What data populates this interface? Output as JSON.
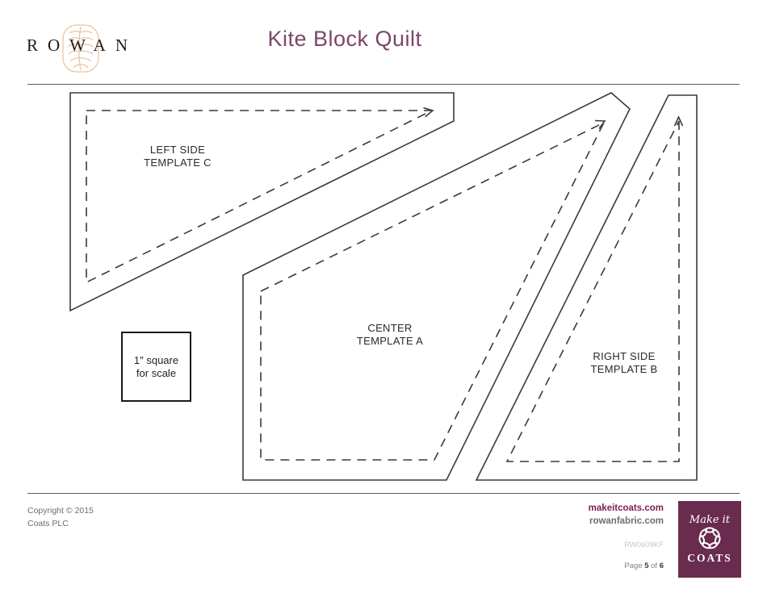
{
  "brand": {
    "name": "ROWAN"
  },
  "header": {
    "title": "Kite Block Quilt"
  },
  "templates": {
    "left": {
      "line1": "LEFT SIDE",
      "line2": "TEMPLATE C"
    },
    "center": {
      "line1": "CENTER",
      "line2": "TEMPLATE A"
    },
    "right": {
      "line1": "RIGHT SIDE",
      "line2": "TEMPLATE B"
    }
  },
  "scale_box": {
    "line1": "1″ square",
    "line2": "for scale"
  },
  "footer": {
    "copyright1": "Copyright © 2015",
    "copyright2": "Coats PLC",
    "site_primary": "makeitcoats.com",
    "site_secondary": "rowanfabric.com",
    "doc_code": "RW0609KF",
    "page_prefix": "Page",
    "page_current": "5",
    "page_of": "of",
    "page_total": "6",
    "badge_top": "Make it",
    "badge_bottom": "COATS"
  },
  "colors": {
    "title_plum": "#7c4668",
    "link_maroon": "#7d2150",
    "badge_purple": "#692c4e",
    "line_dark": "#3a3a3c",
    "muted_gray": "#6d6e71",
    "code_gray": "#c7c8ca",
    "logo_leaf_tan": "#eac29a"
  }
}
